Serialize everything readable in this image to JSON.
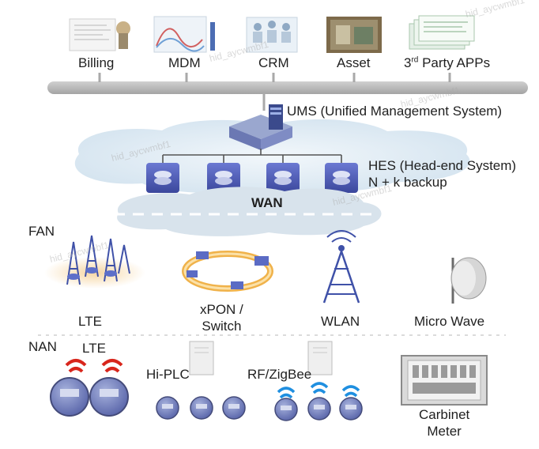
{
  "apps": [
    {
      "label": "Billing",
      "icon": "billing-document-icon"
    },
    {
      "label": "MDM",
      "icon": "mdm-chart-icon"
    },
    {
      "label": "CRM",
      "icon": "crm-people-icon"
    },
    {
      "label": "Asset",
      "icon": "asset-photo-icon"
    },
    {
      "label_main": "3",
      "label_sup": "rd",
      "label_rest": " Party APPs",
      "icon": "third-party-screens-icon"
    }
  ],
  "ums_label": "UMS (Unified Management System)",
  "hes_label": "HES (Head-end System)",
  "hes_sub": "N + k backup",
  "wan_label": "WAN",
  "fan_label": "FAN",
  "fan_items": [
    {
      "label": "LTE",
      "icon": "lte-towers-icon"
    },
    {
      "label": "xPON /\nSwitch",
      "icon": "xpon-ring-icon"
    },
    {
      "label": "WLAN",
      "icon": "wlan-tower-icon"
    },
    {
      "label": "Micro Wave",
      "icon": "microwave-dish-icon"
    }
  ],
  "nan_label": "NAN",
  "nan_lte_label": "LTE",
  "hiplc_label": "Hi-PLC",
  "rf_label": "RF/ZigBee",
  "cabinet_label": "Carbinet\nMeter",
  "watermark": "hid_aycwmbf1",
  "colors": {
    "bus": "#b3b3b3",
    "cloud": "#dbe8f2",
    "server": "#4e5cb8",
    "signal_red": "#d8261c",
    "signal_blue": "#1f8fe0",
    "tower": "#3f51a8"
  }
}
